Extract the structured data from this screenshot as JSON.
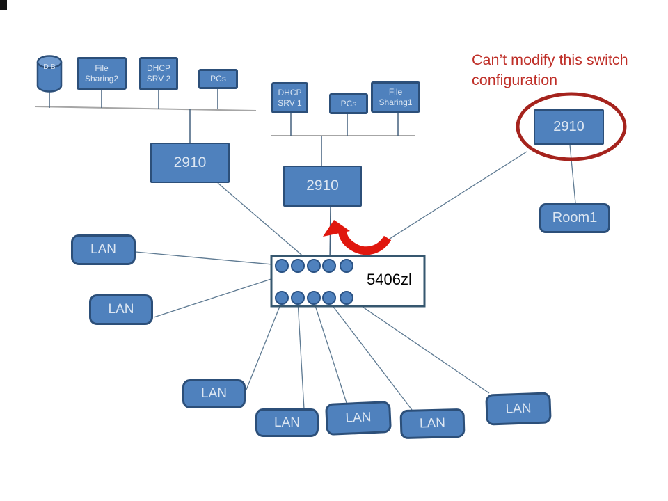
{
  "annotation": {
    "line1": "Can’t modify this switch",
    "line2": "configuration"
  },
  "nodes": {
    "db": {
      "line1": "D",
      "line2": "B"
    },
    "file_sharing2": {
      "line1": "File",
      "line2": "Sharing2"
    },
    "dhcp_srv2": {
      "line1": "DHCP",
      "line2": "SRV 2"
    },
    "pcs_top_left": {
      "label": "PCs"
    },
    "switch_2910_left": {
      "label": "2910"
    },
    "dhcp_srv1": {
      "line1": "DHCP",
      "line2": "SRV 1"
    },
    "pcs_mid": {
      "label": "PCs"
    },
    "file_sharing1": {
      "line1": "File",
      "line2": "Sharing1"
    },
    "switch_2910_mid": {
      "label": "2910"
    },
    "switch_2910_right": {
      "label": "2910"
    },
    "room1": {
      "label": "Room1"
    },
    "core_switch": {
      "label": "5406zl",
      "port_rows": 2,
      "ports_per_row": 5
    },
    "lan": {
      "label": "LAN"
    }
  },
  "colors": {
    "node_fill": "#4f81bd",
    "node_border": "#2c4f79",
    "node_text": "#dce6f2",
    "core_border": "#36576f",
    "bus_line": "#a6a6a6",
    "drop_line": "#44617d",
    "diagonal_line": "#5e7a92",
    "annotation_red": "#bf2f28",
    "ellipse_red": "#a5231d",
    "arrow_red": "#e0170e"
  }
}
